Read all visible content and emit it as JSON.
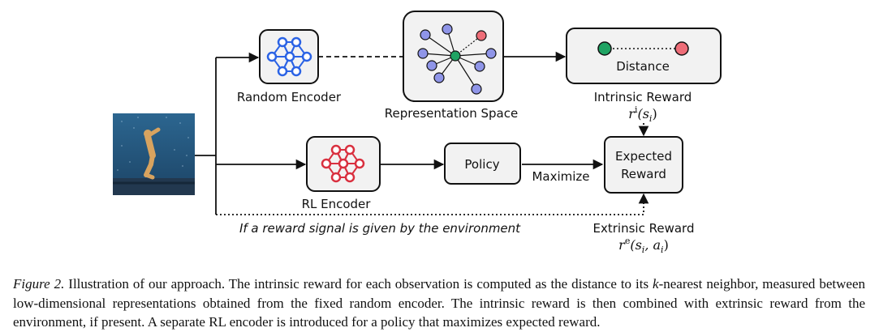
{
  "figure": {
    "random_encoder_label": "Random Encoder",
    "representation_space_label": "Representation Space",
    "distance_label": "Distance",
    "intrinsic_reward_label": "Intrinsic Reward",
    "intrinsic_reward_math": {
      "base": "r",
      "sup": "i",
      "args": "(s",
      "sub": "i",
      "close": ")"
    },
    "rl_encoder_label": "RL Encoder",
    "policy_label": "Policy",
    "maximize_label": "Maximize",
    "expected_reward_line1": "Expected",
    "expected_reward_line2": "Reward",
    "extrinsic_reward_label": "Extrinsic Reward",
    "extrinsic_reward_math": {
      "base": "r",
      "sup": "e",
      "args": "(s",
      "sub1": "i",
      "mid": ", a",
      "sub2": "i",
      "close": ")"
    },
    "env_note": "If a reward signal is given by the environment"
  },
  "colors": {
    "node_blue": "#8f95e8",
    "node_green": "#1fa363",
    "node_red": "#ee6d78",
    "net_blue": "#2b63e5",
    "net_red": "#d9303f",
    "box_fill": "#f2f2f2"
  },
  "caption": {
    "label": "Figure 2.",
    "part1": " Illustration of our approach. The intrinsic reward for each observation is computed as the distance to its ",
    "k": "k",
    "part2": "-nearest neighbor, measured between low-dimensional representations obtained from the fixed random encoder. The intrinsic reward is then combined with extrinsic reward from the environment, if present. A separate RL encoder is introduced for a policy that maximizes expected reward."
  }
}
